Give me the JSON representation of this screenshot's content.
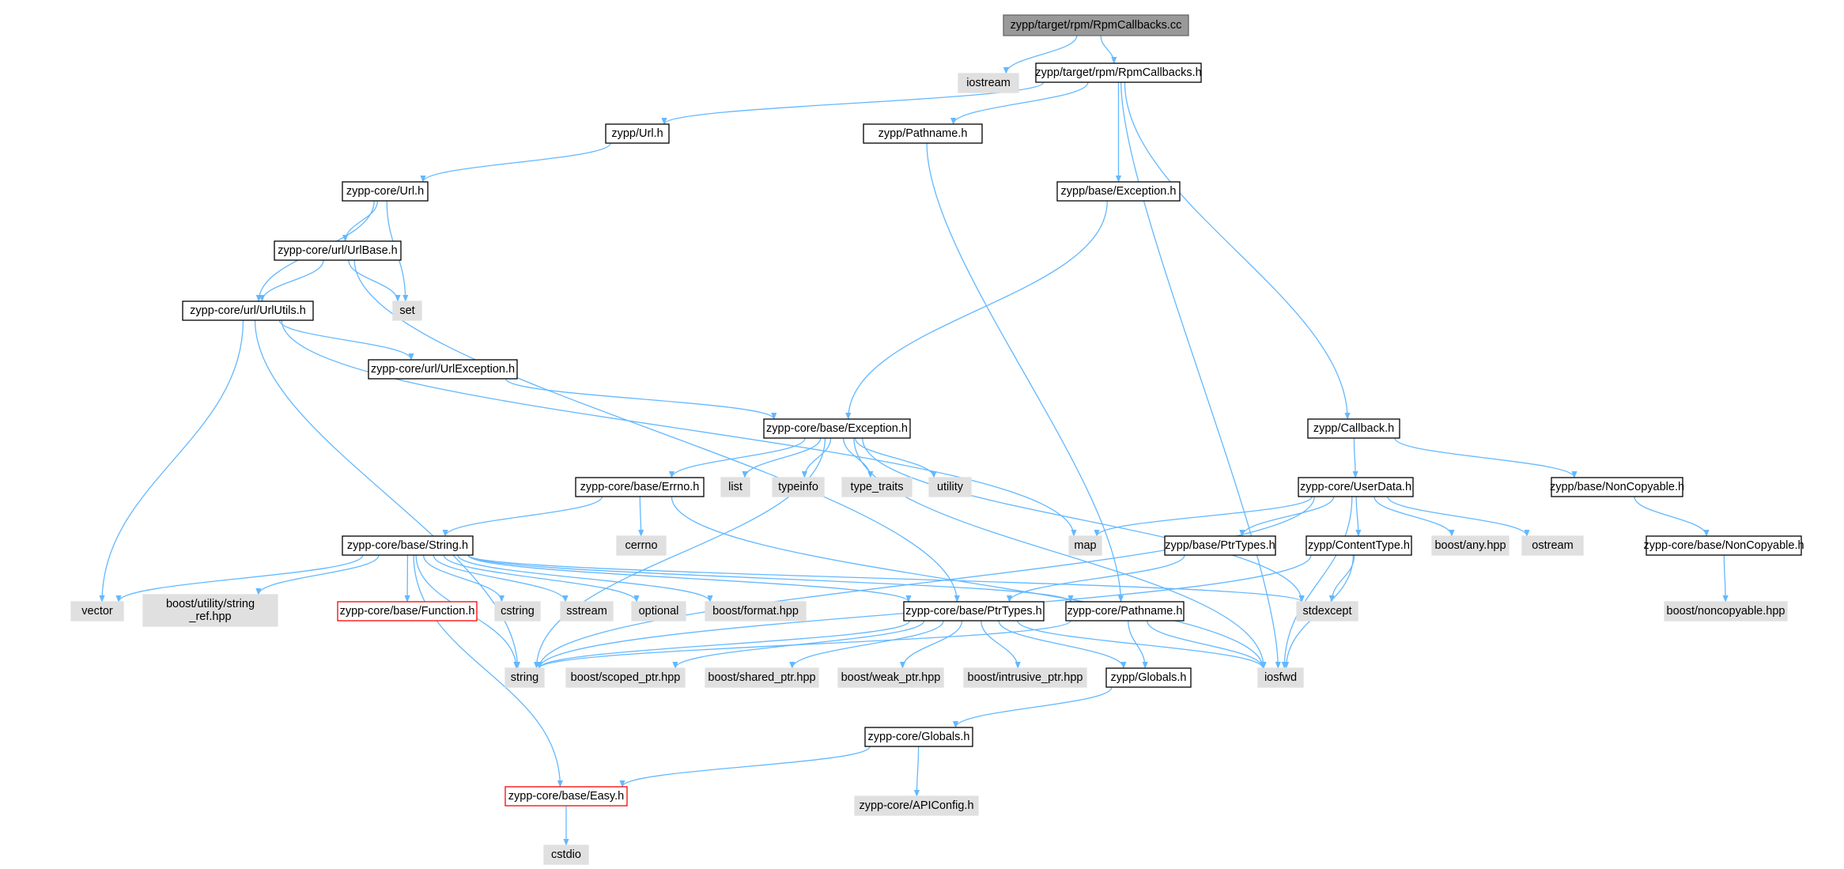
{
  "graph": {
    "colors": {
      "root_fill": "#999999",
      "root_border": "#666666",
      "file_fill": "#ffffff",
      "file_border": "#000000",
      "external_fill": "#e0e0e0",
      "external_border": "#999999",
      "truncated_border": "#ff0000",
      "edge": "#63b8ff"
    },
    "nodes": [
      {
        "id": "root",
        "label": "zypp/target/rpm/RpmCallbacks.cc",
        "kind": "root"
      },
      {
        "id": "iostream",
        "label": "iostream",
        "kind": "external"
      },
      {
        "id": "rpmcb_h",
        "label": "zypp/target/rpm/RpmCallbacks.h",
        "kind": "file"
      },
      {
        "id": "url_h",
        "label": "zypp/Url.h",
        "kind": "file"
      },
      {
        "id": "pathname_h",
        "label": "zypp/Pathname.h",
        "kind": "file"
      },
      {
        "id": "zexc_h",
        "label": "zypp/base/Exception.h",
        "kind": "file"
      },
      {
        "id": "coreurl_h",
        "label": "zypp-core/Url.h",
        "kind": "file"
      },
      {
        "id": "urlbase_h",
        "label": "zypp-core/url/UrlBase.h",
        "kind": "file"
      },
      {
        "id": "set",
        "label": "set",
        "kind": "external"
      },
      {
        "id": "urlutils_h",
        "label": "zypp-core/url/UrlUtils.h",
        "kind": "file"
      },
      {
        "id": "urlexc_h",
        "label": "zypp-core/url/UrlException.h",
        "kind": "file"
      },
      {
        "id": "coreexc_h",
        "label": "zypp-core/base/Exception.h",
        "kind": "file"
      },
      {
        "id": "callback_h",
        "label": "zypp/Callback.h",
        "kind": "file"
      },
      {
        "id": "errno_h",
        "label": "zypp-core/base/Errno.h",
        "kind": "file"
      },
      {
        "id": "list",
        "label": "list",
        "kind": "external"
      },
      {
        "id": "typeinfo",
        "label": "typeinfo",
        "kind": "external"
      },
      {
        "id": "type_traits",
        "label": "type_traits",
        "kind": "external"
      },
      {
        "id": "utility",
        "label": "utility",
        "kind": "external"
      },
      {
        "id": "userdata_h",
        "label": "zypp-core/UserData.h",
        "kind": "file"
      },
      {
        "id": "zncopy_h",
        "label": "zypp/base/NonCopyable.h",
        "kind": "file"
      },
      {
        "id": "cerrno",
        "label": "cerrno",
        "kind": "external"
      },
      {
        "id": "string_h",
        "label": "zypp-core/base/String.h",
        "kind": "file"
      },
      {
        "id": "map",
        "label": "map",
        "kind": "external"
      },
      {
        "id": "zptr_h",
        "label": "zypp/base/PtrTypes.h",
        "kind": "file"
      },
      {
        "id": "ctype_h",
        "label": "zypp/ContentType.h",
        "kind": "file"
      },
      {
        "id": "boostany",
        "label": "boost/any.hpp",
        "kind": "external"
      },
      {
        "id": "ostream",
        "label": "ostream",
        "kind": "external"
      },
      {
        "id": "corencopy_h",
        "label": "zypp-core/base/NonCopyable.h",
        "kind": "file"
      },
      {
        "id": "vector",
        "label": "vector",
        "kind": "external"
      },
      {
        "id": "strref",
        "label": [
          "boost/utility/string",
          "_ref.hpp"
        ],
        "kind": "external"
      },
      {
        "id": "function_h",
        "label": "zypp-core/base/Function.h",
        "kind": "truncated"
      },
      {
        "id": "cstring",
        "label": "cstring",
        "kind": "external"
      },
      {
        "id": "sstream",
        "label": "sstream",
        "kind": "external"
      },
      {
        "id": "optional",
        "label": "optional",
        "kind": "external"
      },
      {
        "id": "bformat",
        "label": "boost/format.hpp",
        "kind": "external"
      },
      {
        "id": "coreptr_h",
        "label": "zypp-core/base/PtrTypes.h",
        "kind": "file"
      },
      {
        "id": "corepath_h",
        "label": "zypp-core/Pathname.h",
        "kind": "file"
      },
      {
        "id": "stdexcept",
        "label": "stdexcept",
        "kind": "external"
      },
      {
        "id": "bnoncopy",
        "label": "boost/noncopyable.hpp",
        "kind": "external"
      },
      {
        "id": "string",
        "label": "string",
        "kind": "external"
      },
      {
        "id": "bscoped",
        "label": "boost/scoped_ptr.hpp",
        "kind": "external"
      },
      {
        "id": "bshared",
        "label": "boost/shared_ptr.hpp",
        "kind": "external"
      },
      {
        "id": "bweak",
        "label": "boost/weak_ptr.hpp",
        "kind": "external"
      },
      {
        "id": "bintr",
        "label": "boost/intrusive_ptr.hpp",
        "kind": "external"
      },
      {
        "id": "globals_h",
        "label": "zypp/Globals.h",
        "kind": "file"
      },
      {
        "id": "iosfwd",
        "label": "iosfwd",
        "kind": "external"
      },
      {
        "id": "coreglob_h",
        "label": "zypp-core/Globals.h",
        "kind": "file"
      },
      {
        "id": "easy_h",
        "label": "zypp-core/base/Easy.h",
        "kind": "truncated"
      },
      {
        "id": "apiconf",
        "label": "zypp-core/APIConfig.h",
        "kind": "external"
      },
      {
        "id": "cstdio",
        "label": "cstdio",
        "kind": "external"
      }
    ],
    "edges": [
      [
        "root",
        "iostream"
      ],
      [
        "root",
        "rpmcb_h"
      ],
      [
        "rpmcb_h",
        "url_h"
      ],
      [
        "rpmcb_h",
        "pathname_h"
      ],
      [
        "rpmcb_h",
        "zexc_h"
      ],
      [
        "rpmcb_h",
        "callback_h"
      ],
      [
        "rpmcb_h",
        "iosfwd"
      ],
      [
        "url_h",
        "coreurl_h"
      ],
      [
        "pathname_h",
        "corepath_h"
      ],
      [
        "zexc_h",
        "coreexc_h"
      ],
      [
        "coreurl_h",
        "urlbase_h"
      ],
      [
        "coreurl_h",
        "set"
      ],
      [
        "coreurl_h",
        "urlutils_h"
      ],
      [
        "urlbase_h",
        "urlutils_h"
      ],
      [
        "urlbase_h",
        "set"
      ],
      [
        "urlbase_h",
        "coreptr_h"
      ],
      [
        "urlutils_h",
        "urlexc_h"
      ],
      [
        "urlutils_h",
        "map"
      ],
      [
        "urlutils_h",
        "vector"
      ],
      [
        "urlutils_h",
        "string"
      ],
      [
        "urlexc_h",
        "coreexc_h"
      ],
      [
        "coreexc_h",
        "errno_h"
      ],
      [
        "coreexc_h",
        "list"
      ],
      [
        "coreexc_h",
        "typeinfo"
      ],
      [
        "coreexc_h",
        "type_traits"
      ],
      [
        "coreexc_h",
        "utility"
      ],
      [
        "coreexc_h",
        "stdexcept"
      ],
      [
        "coreexc_h",
        "iosfwd"
      ],
      [
        "coreexc_h",
        "string"
      ],
      [
        "callback_h",
        "userdata_h"
      ],
      [
        "callback_h",
        "zncopy_h"
      ],
      [
        "zncopy_h",
        "corencopy_h"
      ],
      [
        "corencopy_h",
        "bnoncopy"
      ],
      [
        "errno_h",
        "cerrno"
      ],
      [
        "errno_h",
        "string_h"
      ],
      [
        "errno_h",
        "iosfwd"
      ],
      [
        "userdata_h",
        "map"
      ],
      [
        "userdata_h",
        "zptr_h"
      ],
      [
        "userdata_h",
        "ctype_h"
      ],
      [
        "userdata_h",
        "boostany"
      ],
      [
        "userdata_h",
        "ostream"
      ],
      [
        "userdata_h",
        "iosfwd"
      ],
      [
        "userdata_h",
        "string"
      ],
      [
        "zptr_h",
        "coreptr_h"
      ],
      [
        "ctype_h",
        "stdexcept"
      ],
      [
        "ctype_h",
        "iosfwd"
      ],
      [
        "ctype_h",
        "string"
      ],
      [
        "string_h",
        "vector"
      ],
      [
        "string_h",
        "strref"
      ],
      [
        "string_h",
        "function_h"
      ],
      [
        "string_h",
        "cstring"
      ],
      [
        "string_h",
        "sstream"
      ],
      [
        "string_h",
        "optional"
      ],
      [
        "string_h",
        "bformat"
      ],
      [
        "string_h",
        "coreptr_h"
      ],
      [
        "string_h",
        "corepath_h"
      ],
      [
        "string_h",
        "string"
      ],
      [
        "string_h",
        "easy_h"
      ],
      [
        "string_h",
        "stdexcept"
      ],
      [
        "coreptr_h",
        "string"
      ],
      [
        "coreptr_h",
        "bscoped"
      ],
      [
        "coreptr_h",
        "bshared"
      ],
      [
        "coreptr_h",
        "bweak"
      ],
      [
        "coreptr_h",
        "bintr"
      ],
      [
        "coreptr_h",
        "globals_h"
      ],
      [
        "coreptr_h",
        "iosfwd"
      ],
      [
        "corepath_h",
        "string"
      ],
      [
        "corepath_h",
        "globals_h"
      ],
      [
        "corepath_h",
        "iosfwd"
      ],
      [
        "globals_h",
        "coreglob_h"
      ],
      [
        "coreglob_h",
        "easy_h"
      ],
      [
        "coreglob_h",
        "apiconf"
      ],
      [
        "easy_h",
        "cstdio"
      ]
    ]
  }
}
